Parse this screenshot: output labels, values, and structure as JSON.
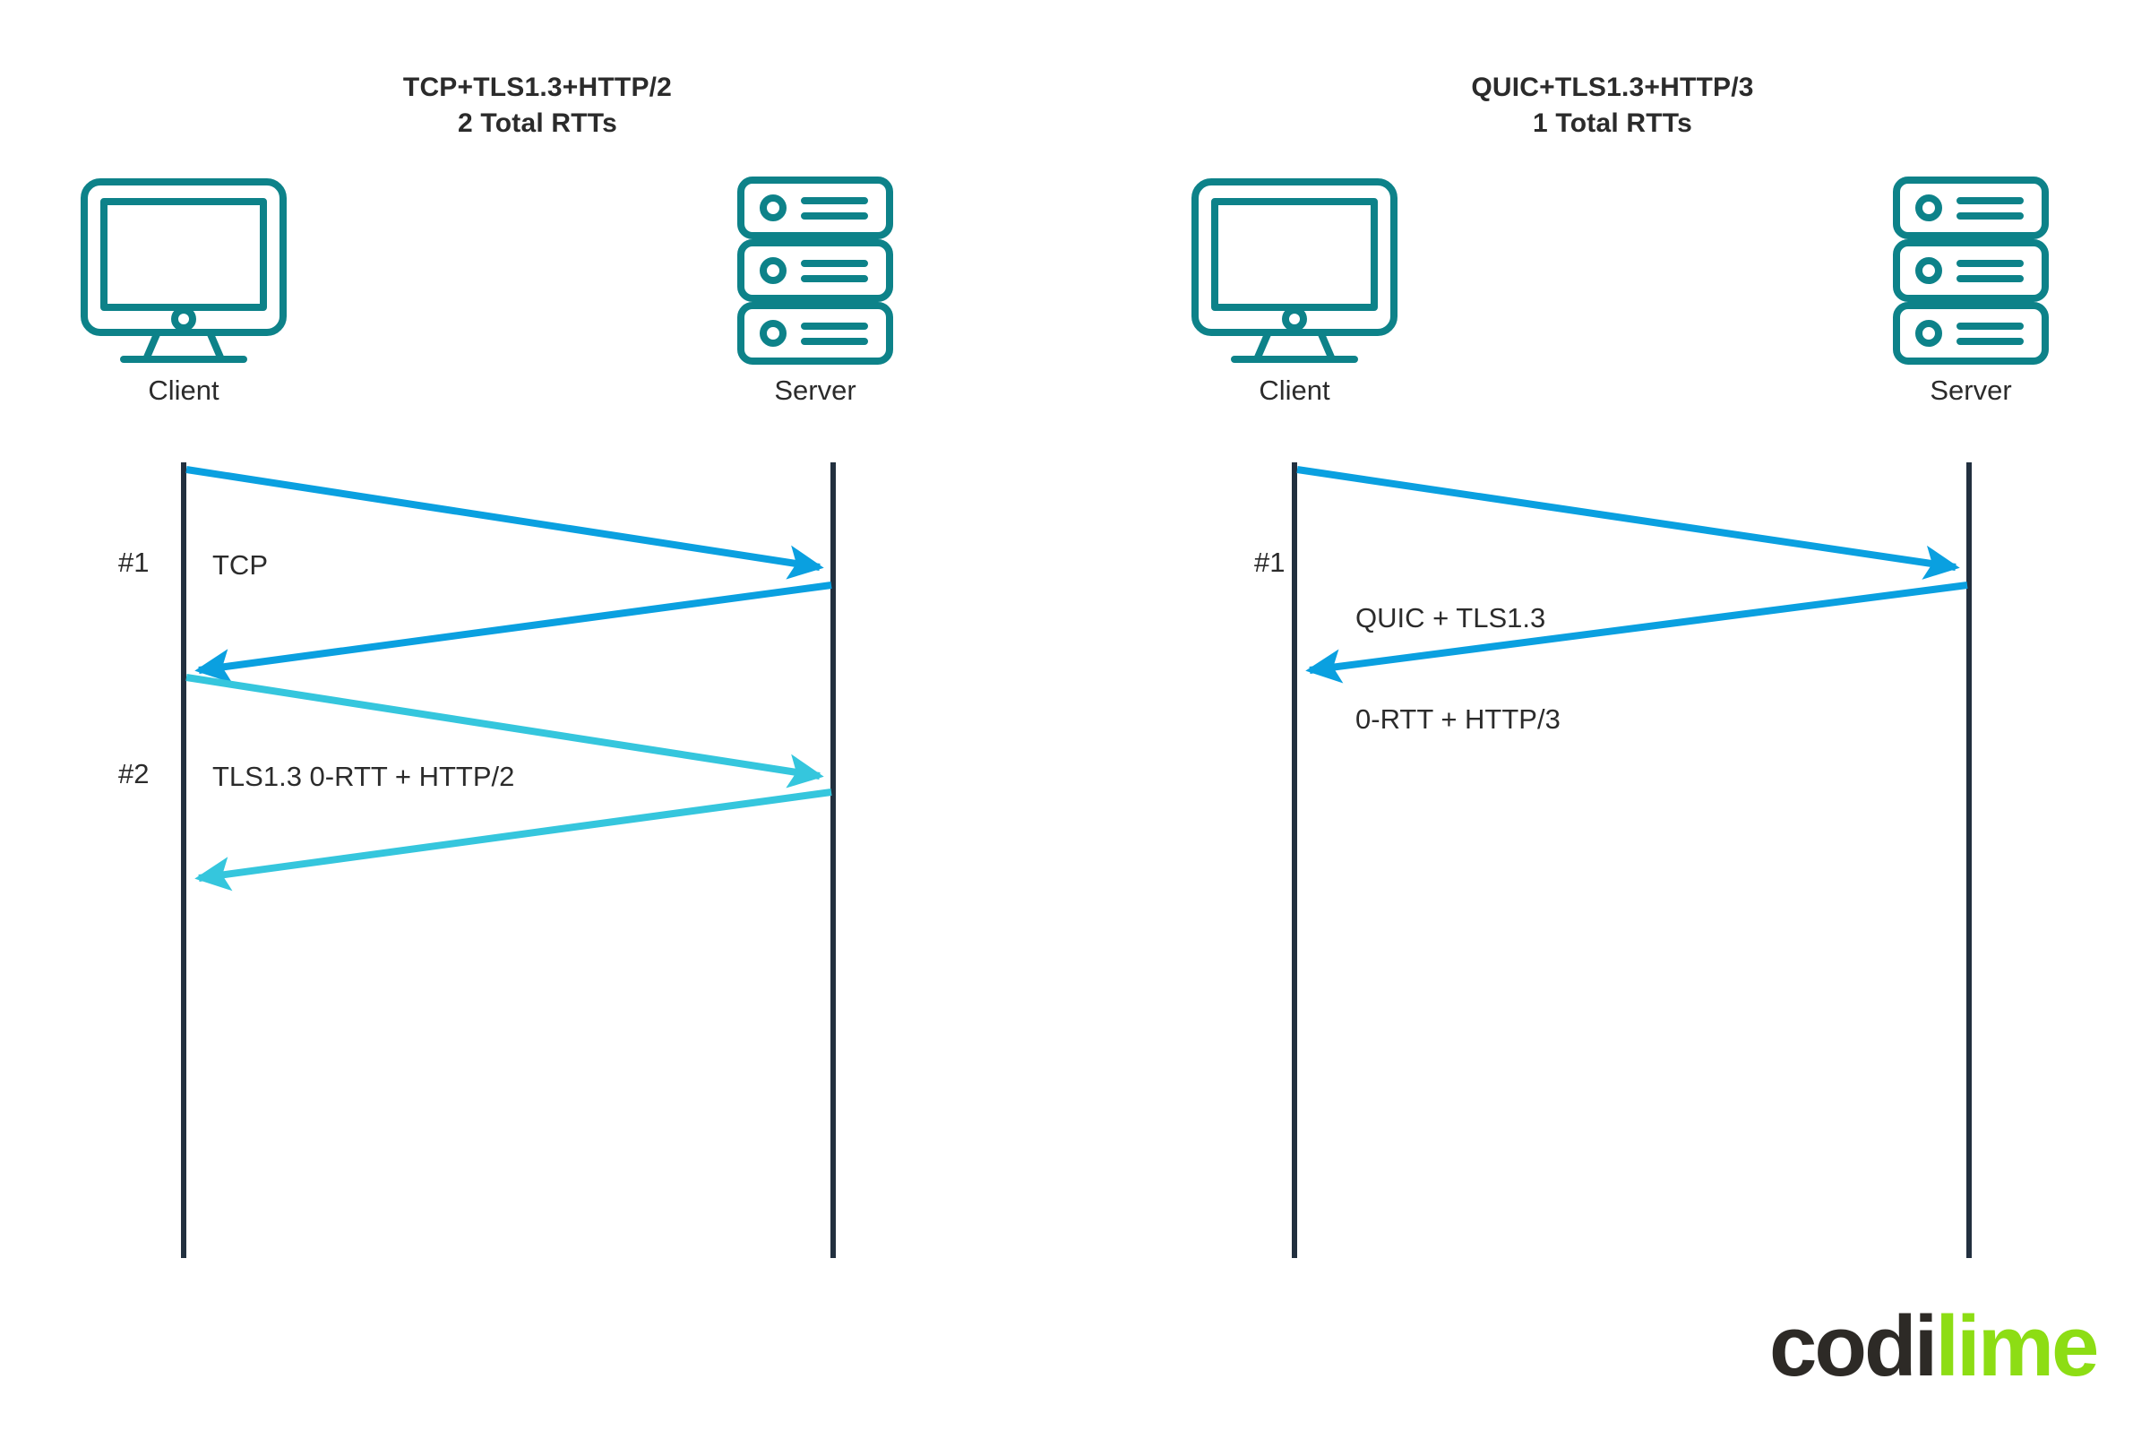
{
  "colors": {
    "teal_icon": "#0d8289",
    "lifeline": "#22303f",
    "arrow_rtt1": "#0aa0e0",
    "arrow_rtt2": "#35c6dd",
    "text": "#2b2b2b",
    "logo_dark": "#2d2a26",
    "logo_lime": "#8ddd14",
    "background": "#ffffff"
  },
  "panels": [
    {
      "id": "tcp",
      "title_line1": "TCP+TLS1.3+HTTP/2",
      "title_line2": "2 Total RTTs",
      "total_rtts": 2,
      "client_label": "Client",
      "server_label": "Server",
      "client_icon": "desktop-monitor-icon",
      "server_icon": "server-rack-icon",
      "exchanges": [
        {
          "number": "#1",
          "label": "TCP",
          "label_lines": [
            "TCP"
          ],
          "color": "#0aa0e0",
          "direction_out": "client-to-server",
          "direction_in": "server-to-client"
        },
        {
          "number": "#2",
          "label": "TLS1.3 0-RTT + HTTP/2",
          "label_lines": [
            "TLS1.3 0-RTT + HTTP/2"
          ],
          "color": "#35c6dd",
          "direction_out": "client-to-server",
          "direction_in": "server-to-client"
        }
      ]
    },
    {
      "id": "quic",
      "title_line1": "QUIC+TLS1.3+HTTP/3",
      "title_line2": "1 Total RTTs",
      "total_rtts": 1,
      "client_label": "Client",
      "server_label": "Server",
      "client_icon": "desktop-monitor-icon",
      "server_icon": "server-rack-icon",
      "exchanges": [
        {
          "number": "#1",
          "label": "QUIC + TLS1.3 0-RTT + HTTP/3",
          "label_lines": [
            "QUIC + TLS1.3",
            "0-RTT + HTTP/3"
          ],
          "color": "#0aa0e0",
          "direction_out": "client-to-server",
          "direction_in": "server-to-client"
        }
      ]
    }
  ],
  "logo": {
    "part1": "codi",
    "part2": "lime"
  }
}
